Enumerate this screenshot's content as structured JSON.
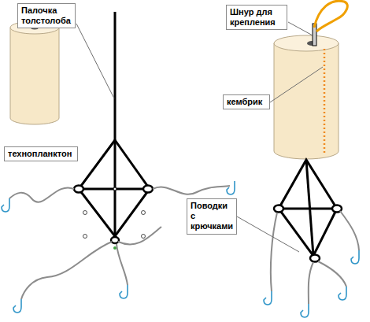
{
  "diagram": {
    "nodes": [
      {
        "text": [
          "Палочка толстолоба"
        ]
      },
      {
        "text": [
          "Шнур для крепления"
        ]
      },
      {
        "text": [
          "кембрик"
        ]
      },
      {
        "text": [
          "технопланктон"
        ]
      },
      {
        "text": [
          "Поводки с крючками"
        ]
      }
    ]
  }
}
